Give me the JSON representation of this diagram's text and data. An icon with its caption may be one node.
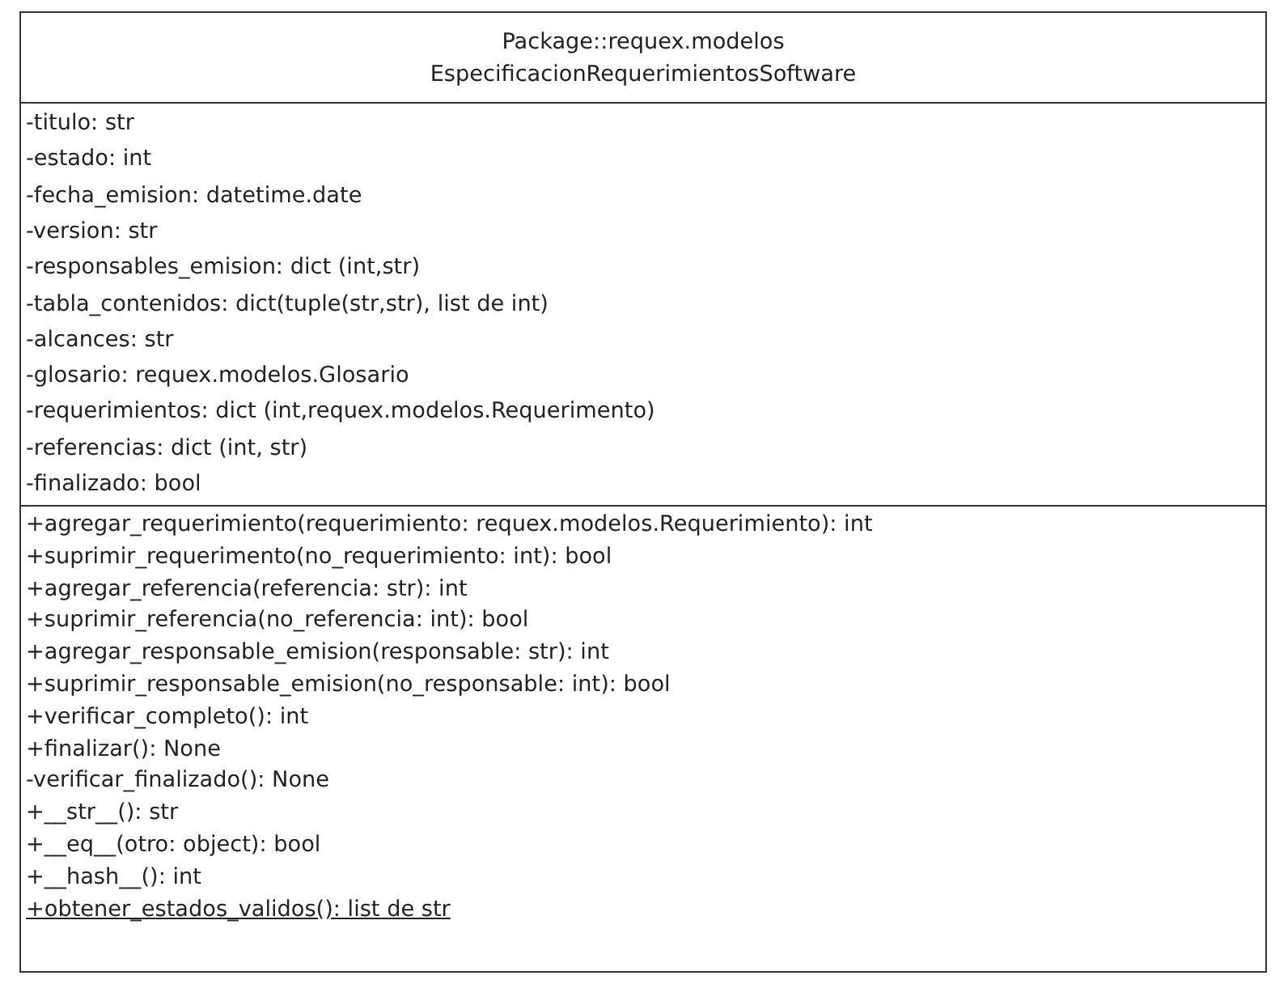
{
  "diagram": {
    "nodes": [
      {
        "text": [
          "Package::requex.modelos",
          "EspecificacionRequerimientosSoftware"
        ]
      },
      {
        "text": [
          "-titulo: str",
          "-estado: int",
          "-fecha_emision: datetime.date",
          "-version: str",
          "-responsables_emision: dict (int,str)",
          "-tabla_contenidos: dict(tuple(str,str), list de int)",
          "-alcances: str",
          "-glosario: requex.modelos.Glosario",
          "-requerimientos: dict (int,requex.modelos.Requerimento)",
          "-referencias: dict (int, str)",
          "-finalizado: bool"
        ],
        "in": 0
      },
      {
        "text": [
          "+agregar_requerimiento(requerimiento: requex.modelos.Requerimiento): int",
          "+suprimir_requerimento(no_requerimiento: int): bool",
          "+agregar_referencia(referencia: str): int",
          "+suprimir_referencia(no_referencia: int): bool",
          "+agregar_responsable_emision(responsable: str): int",
          "+suprimir_responsable_emision(no_responsable: int): bool",
          "+verificar_completo(): int",
          "+finalizar(): None",
          "-verificar_finalizado(): None",
          "+__str__(): str",
          "+__eq__(otro: object): bool",
          "+__hash__(): int",
          "+obtener_estados_validos(): list de str"
        ],
        "in": 0
      }
    ]
  }
}
